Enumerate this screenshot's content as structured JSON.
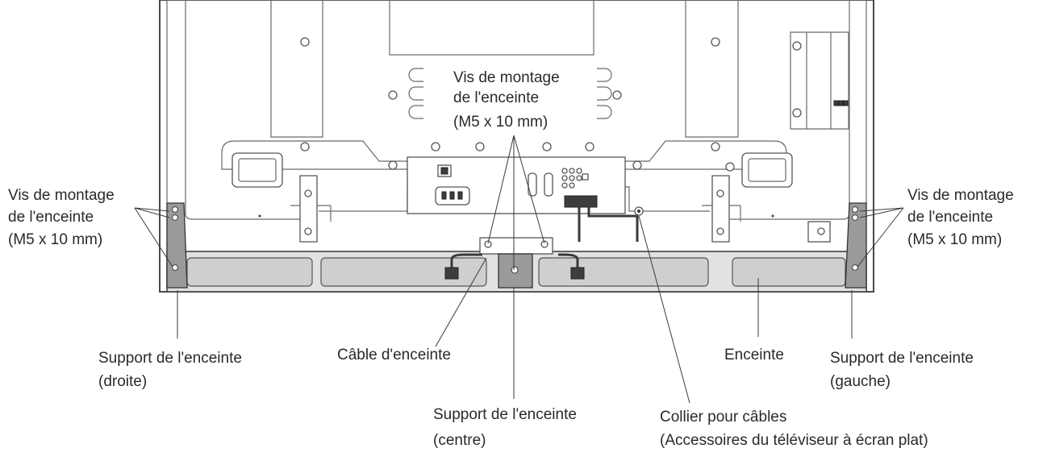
{
  "labels": {
    "screws_center": [
      "Vis de montage",
      "de l'enceinte",
      "(M5 x 10 mm)"
    ],
    "screws_left": [
      "Vis de montage",
      "de l'enceinte",
      "(M5 x 10 mm)"
    ],
    "screws_right": [
      "Vis de montage",
      "de l'enceinte",
      "(M5 x 10 mm)"
    ],
    "bracket_right": [
      "Support de l'enceinte",
      "(droite)"
    ],
    "cable": [
      "Câble d'enceinte"
    ],
    "bracket_center": [
      "Support de l'enceinte",
      "(centre)"
    ],
    "clamp": [
      "Collier pour câbles",
      "(Accessoires du téléviseur à écran plat)"
    ],
    "speaker": [
      "Enceinte"
    ],
    "bracket_left": [
      "Support de l'enceinte",
      "(gauche)"
    ]
  }
}
